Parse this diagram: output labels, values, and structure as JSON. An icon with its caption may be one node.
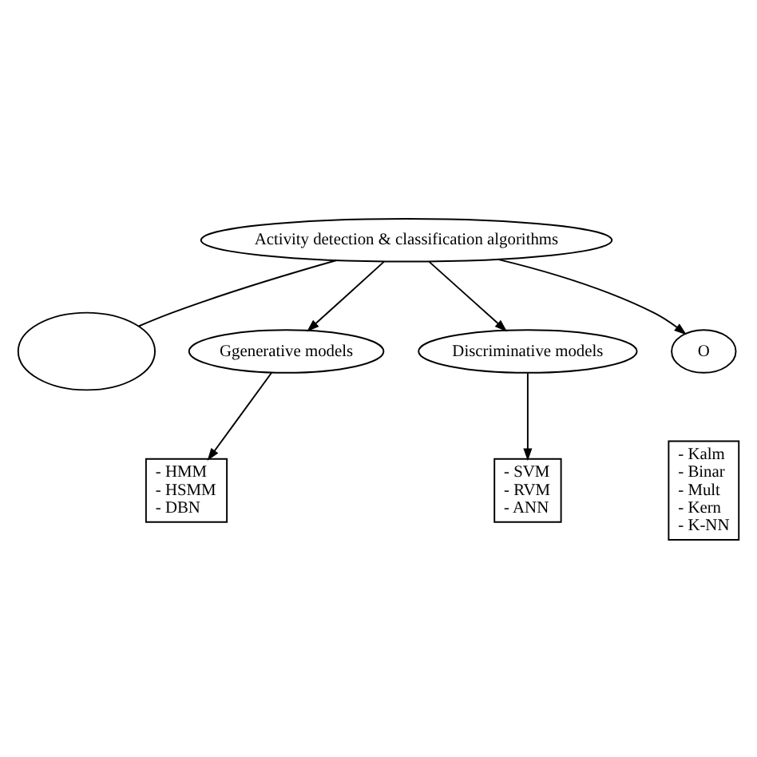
{
  "diagram": {
    "nodes": [
      {
        "text": [
          "Activity detection & classification algorithms"
        ]
      },
      {
        "text": [],
        "shape": "ellipse"
      },
      {
        "text": [
          "Ggenerative models"
        ]
      },
      {
        "text": [
          "Discriminative models"
        ]
      },
      {
        "text": [
          "O"
        ]
      },
      {
        "text": [
          "- HMM",
          "- HSMM",
          "- DBN"
        ]
      },
      {
        "text": [
          "- SVM",
          "- RVM",
          "- ANN"
        ]
      },
      {
        "text": [
          "- Kalm",
          "- Binar",
          "- Mult",
          "- Kern",
          "- K-NN"
        ]
      }
    ],
    "edges": [
      {
        "from": 0,
        "to": 1,
        "arrow": "none"
      },
      {
        "from": 0,
        "to": 2,
        "arrow": "to"
      },
      {
        "from": 0,
        "to": 3,
        "arrow": "to"
      },
      {
        "from": 0,
        "to": 4,
        "arrow": "to"
      },
      {
        "from": 2,
        "to": 5,
        "arrow": "to"
      },
      {
        "from": 3,
        "to": 6,
        "arrow": "to"
      }
    ]
  }
}
